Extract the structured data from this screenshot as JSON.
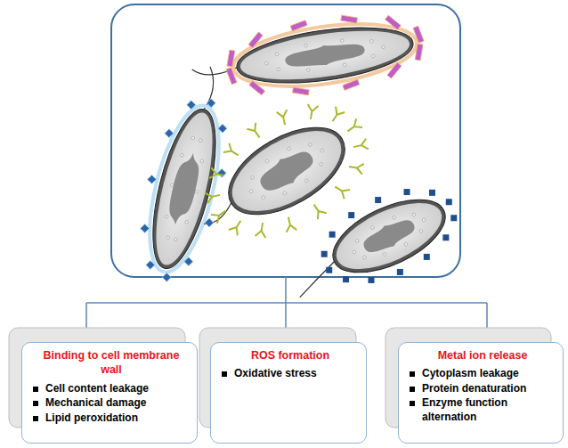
{
  "diagram": {
    "nodes": [
      {
        "text": [
          "Binding to cell membrane wall",
          "Cell content leakage",
          "Mechanical damage",
          "Lipid peroxidation"
        ]
      },
      {
        "text": [
          "ROS formation",
          "Oxidative stress"
        ]
      },
      {
        "text": [
          "Metal ion release",
          "Cytoplasm leakage",
          "Protein denaturation",
          "Enzyme function alternation"
        ]
      }
    ]
  }
}
